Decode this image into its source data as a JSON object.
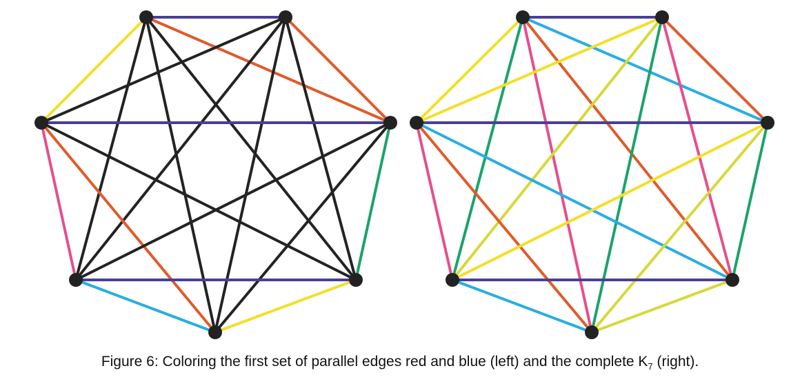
{
  "caption": {
    "prefix": "Figure 6: Coloring the first set of parallel edges red and blue (left) and the complete K",
    "subscript": "7",
    "suffix": " (right)."
  },
  "colors": {
    "purple": "#4a3e98",
    "black": "#232323",
    "yellow": "#f3df2a",
    "orange": "#e05b2b",
    "pink": "#e54f8d",
    "green": "#1aa36b",
    "blue": "#29aee3",
    "olive": "#d6d93a",
    "node": "#222222"
  },
  "graphs": [
    {
      "id": "left",
      "vertices": [
        "v0",
        "v1",
        "v2",
        "v3",
        "v4",
        "v5",
        "v6"
      ],
      "edges": [
        [
          "v0",
          "v1",
          "purple"
        ],
        [
          "v0",
          "v2",
          "yellow"
        ],
        [
          "v0",
          "v3",
          "orange"
        ],
        [
          "v0",
          "v4",
          "black"
        ],
        [
          "v0",
          "v5",
          "black"
        ],
        [
          "v0",
          "v6",
          "black"
        ],
        [
          "v1",
          "v2",
          "black"
        ],
        [
          "v1",
          "v3",
          "orange"
        ],
        [
          "v1",
          "v4",
          "black"
        ],
        [
          "v1",
          "v5",
          "black"
        ],
        [
          "v1",
          "v6",
          "black"
        ],
        [
          "v2",
          "v3",
          "purple"
        ],
        [
          "v2",
          "v4",
          "pink"
        ],
        [
          "v2",
          "v5",
          "orange"
        ],
        [
          "v2",
          "v6",
          "black"
        ],
        [
          "v3",
          "v4",
          "black"
        ],
        [
          "v3",
          "v5",
          "black"
        ],
        [
          "v3",
          "v6",
          "green"
        ],
        [
          "v4",
          "v5",
          "blue"
        ],
        [
          "v4",
          "v6",
          "purple"
        ],
        [
          "v5",
          "v6",
          "yellow"
        ]
      ]
    },
    {
      "id": "right",
      "vertices": [
        "v0",
        "v1",
        "v2",
        "v3",
        "v4",
        "v5",
        "v6"
      ],
      "edges": [
        [
          "v0",
          "v1",
          "purple"
        ],
        [
          "v0",
          "v2",
          "yellow"
        ],
        [
          "v0",
          "v3",
          "blue"
        ],
        [
          "v0",
          "v4",
          "green"
        ],
        [
          "v0",
          "v5",
          "pink"
        ],
        [
          "v0",
          "v6",
          "orange"
        ],
        [
          "v1",
          "v2",
          "yellow"
        ],
        [
          "v1",
          "v3",
          "orange"
        ],
        [
          "v1",
          "v4",
          "olive"
        ],
        [
          "v1",
          "v5",
          "green"
        ],
        [
          "v1",
          "v6",
          "pink"
        ],
        [
          "v2",
          "v3",
          "purple"
        ],
        [
          "v2",
          "v4",
          "pink"
        ],
        [
          "v2",
          "v5",
          "orange"
        ],
        [
          "v2",
          "v6",
          "blue"
        ],
        [
          "v3",
          "v4",
          "yellow"
        ],
        [
          "v3",
          "v5",
          "olive"
        ],
        [
          "v3",
          "v6",
          "green"
        ],
        [
          "v4",
          "v5",
          "blue"
        ],
        [
          "v4",
          "v6",
          "purple"
        ],
        [
          "v5",
          "v6",
          "olive"
        ]
      ]
    }
  ]
}
